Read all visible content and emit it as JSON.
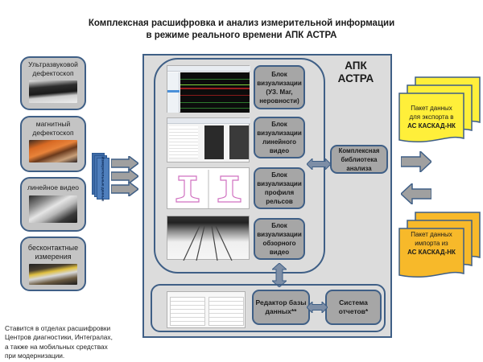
{
  "title": {
    "line1": "Комплексная расшифровка и анализ измерительной информации",
    "line2": "в режиме реального времени  АПК АСТРА"
  },
  "devices": [
    {
      "label": "Ультразвуковой дефектоскоп",
      "image": "ultrasonic-flaw-detector-photo"
    },
    {
      "label": "магнитный дефектоскоп",
      "image": "magnetic-flaw-detector-photo"
    },
    {
      "label": "линейное видео",
      "image": "linear-video-camera-photo"
    },
    {
      "label": "бесконтактные измерения",
      "image": "contactless-measurement-photo"
    }
  ],
  "measurement_docs_label": "Измерительные данные",
  "system": {
    "title_line1": "АПК",
    "title_line2": "АСТРА",
    "blocks": [
      {
        "label": "Блок визуализации (УЗ. Маг, неровности)"
      },
      {
        "label": "Блок визуализации линейного видео"
      },
      {
        "label": "Блок визуализации профиля рельсов"
      },
      {
        "label": "Блок визуализации обзорного видео"
      }
    ],
    "library": "Комплексная библиотека анализа",
    "db_editor": "Редактор базы данных**",
    "reports": "Система отчетов*"
  },
  "export_package": {
    "line1": "Пакет данных",
    "line2": "для экспорта в",
    "line3": "АС КАСКАД-НК",
    "color": "#ffef3a"
  },
  "import_package": {
    "line1": "Пакет данных",
    "line2": "импорта из",
    "line3": "АС КАСКАД-НК",
    "color": "#f7b92a"
  },
  "note": {
    "line1": "Ставится в отделах расшифровки",
    "line2": "Центров диагностики, Интегралах,",
    "line3": "а также на мобильных средствах",
    "line4": "при модернизации."
  },
  "colors": {
    "frame_border": "#3f5f86",
    "frame_bg": "#dcdcdc",
    "block_bg": "#a6a6a6",
    "arrow_fill": "#a0a0a0"
  }
}
